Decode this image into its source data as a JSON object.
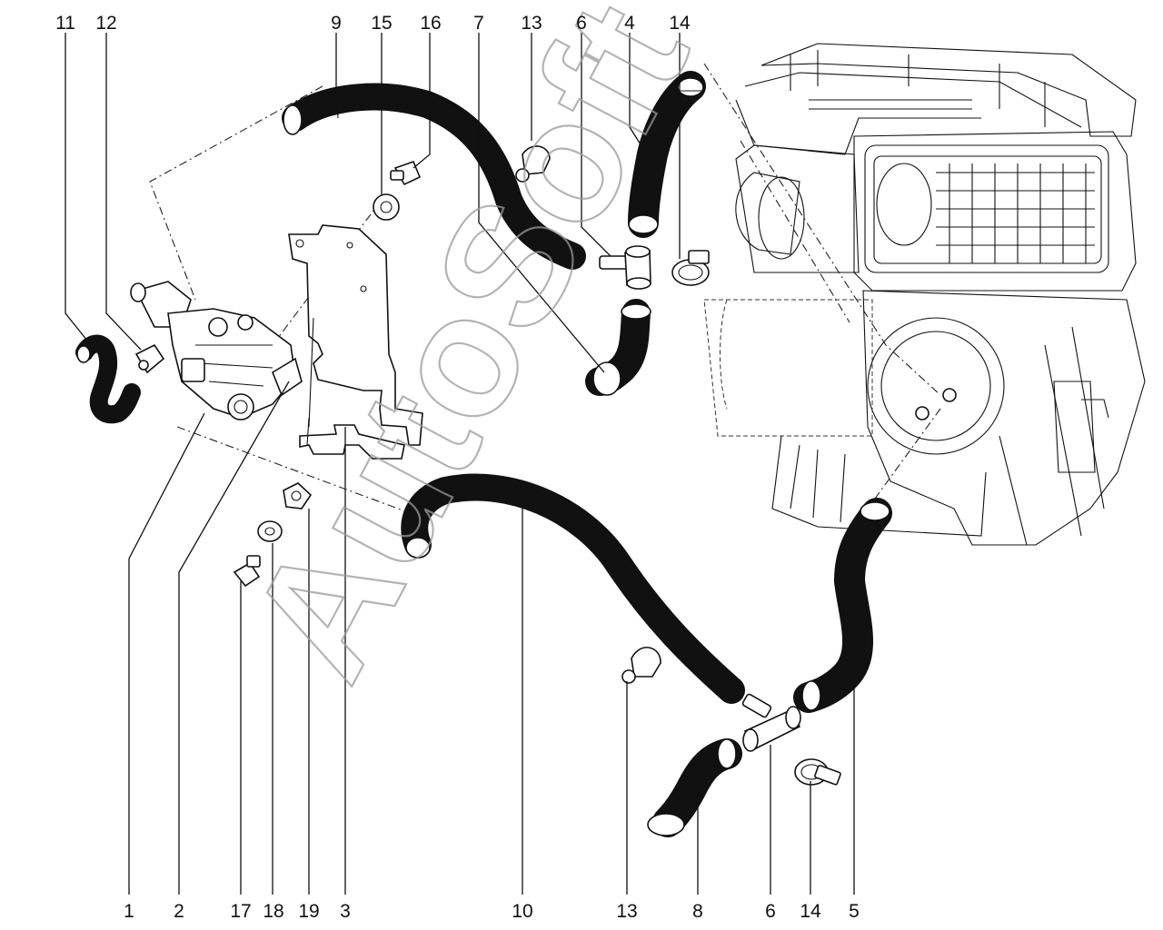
{
  "watermark": "AutoSoft",
  "top_labels": [
    {
      "id": "label-11",
      "text": "11"
    },
    {
      "id": "label-12",
      "text": "12"
    },
    {
      "id": "label-9",
      "text": "9"
    },
    {
      "id": "label-15",
      "text": "15"
    },
    {
      "id": "label-16",
      "text": "16"
    },
    {
      "id": "label-7",
      "text": "7"
    },
    {
      "id": "label-13-top",
      "text": "13"
    },
    {
      "id": "label-6-top",
      "text": "6"
    },
    {
      "id": "label-4",
      "text": "4"
    },
    {
      "id": "label-14-top",
      "text": "14"
    }
  ],
  "bottom_labels": [
    {
      "id": "label-1",
      "text": "1"
    },
    {
      "id": "label-2",
      "text": "2"
    },
    {
      "id": "label-17",
      "text": "17"
    },
    {
      "id": "label-18",
      "text": "18"
    },
    {
      "id": "label-19",
      "text": "19"
    },
    {
      "id": "label-3",
      "text": "3"
    },
    {
      "id": "label-10",
      "text": "10"
    },
    {
      "id": "label-13-bottom",
      "text": "13"
    },
    {
      "id": "label-8",
      "text": "8"
    },
    {
      "id": "label-6-bottom",
      "text": "6"
    },
    {
      "id": "label-14-bottom",
      "text": "14"
    },
    {
      "id": "label-5",
      "text": "5"
    }
  ],
  "colors": {
    "line": "#111111",
    "watermark": "#9a9a9a",
    "background": "#ffffff"
  }
}
